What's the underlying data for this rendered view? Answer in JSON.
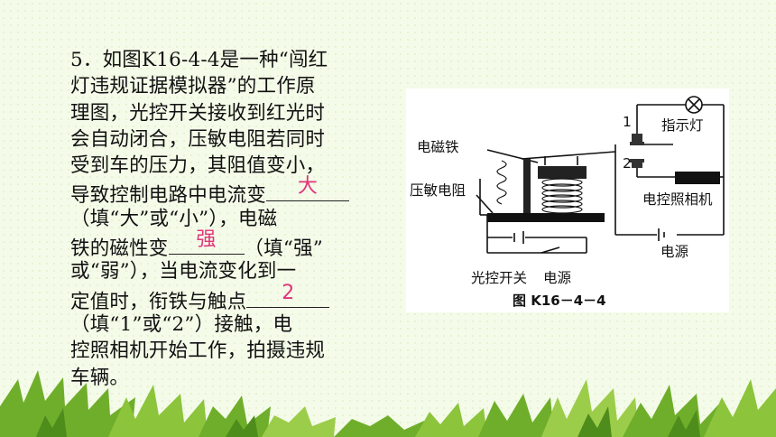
{
  "question": {
    "lines": [
      "5．如图K16-4-4是一种“闯红",
      "灯违规证据模拟器”的工作原",
      "理图，光控开关接收到红光时",
      "会自动闭合，压敏电阻若同时",
      "受到车的压力，其阻值变小，",
      "导致控制电路中电流变",
      "（填“大”或“小”），电磁",
      "铁的磁性变",
      "（填“强”",
      "或“弱”），当电流变化到一",
      "定值时，衔铁与触点",
      "（填“1”或“2”）接触，电",
      "控照相机开始工作，拍摄违规",
      "车辆。"
    ],
    "answers": [
      "大",
      "强",
      "2"
    ]
  },
  "figure": {
    "labels": {
      "electromagnet": "电磁铁",
      "varistor": "压敏电阻",
      "light_switch": "光控开关",
      "power_left": "电源",
      "contact_1": "1",
      "contact_2": "2",
      "indicator": "指示灯",
      "camera": "电控照相机",
      "power_right": "电源"
    },
    "caption": "图 K16－4－4"
  },
  "colors": {
    "answer": "#e0357a",
    "background": "#f4fbe9"
  }
}
